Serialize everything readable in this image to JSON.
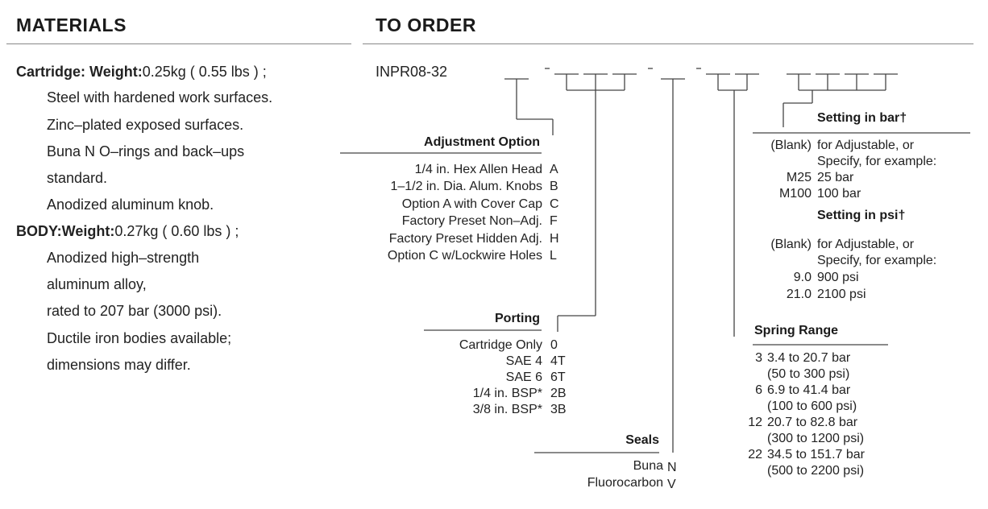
{
  "materials": {
    "header": "MATERIALS",
    "cartridge_label": "Cartridge:",
    "weight_label": "Weight:",
    "cartridge_weight": "0.25kg ( 0.55 lbs ) ;",
    "cartridge_lines": [
      "Steel with hardened work surfaces.",
      "Zinc–plated exposed surfaces.",
      "Buna N O–rings and back–ups",
      "standard.",
      "Anodized aluminum knob."
    ],
    "body_label": "BODY:",
    "body_weight": "0.27kg ( 0.60 lbs ) ;",
    "body_lines": [
      "Anodized high–strength",
      "aluminum alloy,",
      "rated to 207 bar (3000 psi).",
      "Ductile iron bodies available;",
      "dimensions may differ."
    ]
  },
  "order": {
    "header": "TO ORDER",
    "model": "INPR08-32",
    "adjustment": {
      "title": "Adjustment Option",
      "items": [
        {
          "label": "1/4 in. Hex Allen Head",
          "code": "A"
        },
        {
          "label": "1–1/2 in. Dia. Alum. Knobs",
          "code": "B"
        },
        {
          "label": "Option A with Cover Cap",
          "code": "C"
        },
        {
          "label": "Factory Preset Non–Adj.",
          "code": "F"
        },
        {
          "label": "Factory Preset Hidden Adj.",
          "code": "H"
        },
        {
          "label": "Option C w/Lockwire Holes",
          "code": "L"
        }
      ]
    },
    "porting": {
      "title": "Porting",
      "items": [
        {
          "label": "Cartridge Only",
          "code": "0"
        },
        {
          "label": "SAE 4",
          "code": "4T"
        },
        {
          "label": "SAE 6",
          "code": "6T"
        },
        {
          "label": "1/4 in. BSP*",
          "code": "2B"
        },
        {
          "label": "3/8 in. BSP*",
          "code": "3B"
        }
      ]
    },
    "seals": {
      "title": "Seals",
      "items": [
        {
          "label": "Buna",
          "code": "N"
        },
        {
          "label": "Fluorocarbon",
          "code": "V"
        }
      ]
    },
    "setting_bar": {
      "title": "Setting in bar†",
      "rows": [
        {
          "code": "(Blank)",
          "text": "for Adjustable, or"
        },
        {
          "code": "",
          "text": "Specify, for example:"
        },
        {
          "code": "M25",
          "text": "25 bar"
        },
        {
          "code": "M100",
          "text": "100 bar"
        }
      ]
    },
    "setting_psi": {
      "title": "Setting in psi†",
      "rows": [
        {
          "code": "(Blank)",
          "text": "for Adjustable, or"
        },
        {
          "code": "",
          "text": "Specify, for example:"
        },
        {
          "code": "9.0",
          "text": "900 psi"
        },
        {
          "code": "21.0",
          "text": "2100 psi"
        }
      ]
    },
    "spring": {
      "title": "Spring Range",
      "rows": [
        {
          "code": "3",
          "text": "3.4 to 20.7 bar"
        },
        {
          "code": "",
          "text": "(50 to 300 psi)"
        },
        {
          "code": "6",
          "text": "6.9 to 41.4 bar"
        },
        {
          "code": "",
          "text": "(100 to 600 psi)"
        },
        {
          "code": "12",
          "text": "20.7 to 82.8 bar"
        },
        {
          "code": "",
          "text": "(300 to 1200 psi)"
        },
        {
          "code": "22",
          "text": "34.5 to 151.7 bar"
        },
        {
          "code": "",
          "text": "(500 to 2200 psi)"
        }
      ]
    }
  }
}
